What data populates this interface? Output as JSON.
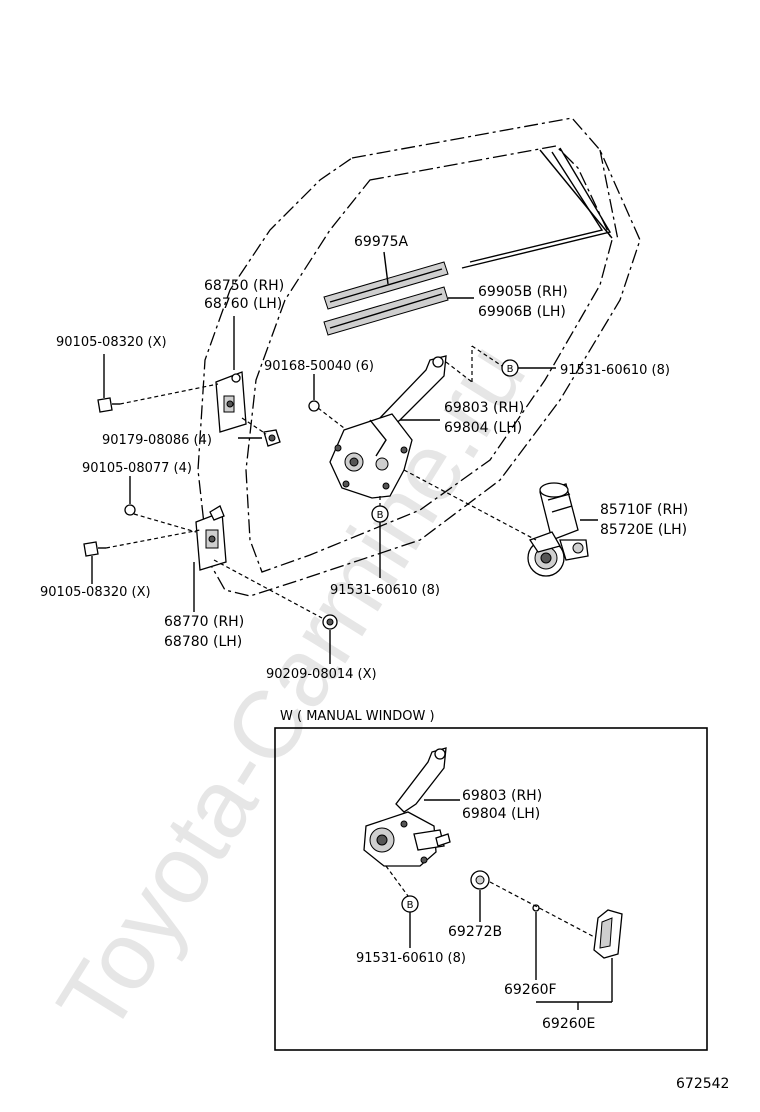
{
  "labels": {
    "p69975A": "69975A",
    "p68750": "68750 (RH)",
    "p68760": "68760 (LH)",
    "p69905B": "69905B (RH)",
    "p69906B": "69906B (LH)",
    "p90105_08320_top": "90105-08320 (X)",
    "p90168": "90168-50040 (6)",
    "p91531_top": "91531-60610 (8)",
    "p69803": "69803 (RH)",
    "p69804": "69804 (LH)",
    "p90179": "90179-08086 (4)",
    "p90105_08077": "90105-08077 (4)",
    "p85710F": "85710F (RH)",
    "p85720E": "85720E (LH)",
    "p90105_08320_bot": "90105-08320 (X)",
    "p91531_mid": "91531-60610 (8)",
    "p68770": "68770 (RH)",
    "p68780": "68780 (LH)",
    "p90209": "90209-08014 (X)",
    "inset_title": "W ( MANUAL  WINDOW )",
    "w69803": "69803 (RH)",
    "w69804": "69804 (LH)",
    "w69272B": "69272B",
    "w91531": "91531-60610 (8)",
    "w69260F": "69260F",
    "w69260E": "69260E",
    "marker_b": "B",
    "figure_number": "672542"
  },
  "watermark": "Toyota-Carmine.ru"
}
